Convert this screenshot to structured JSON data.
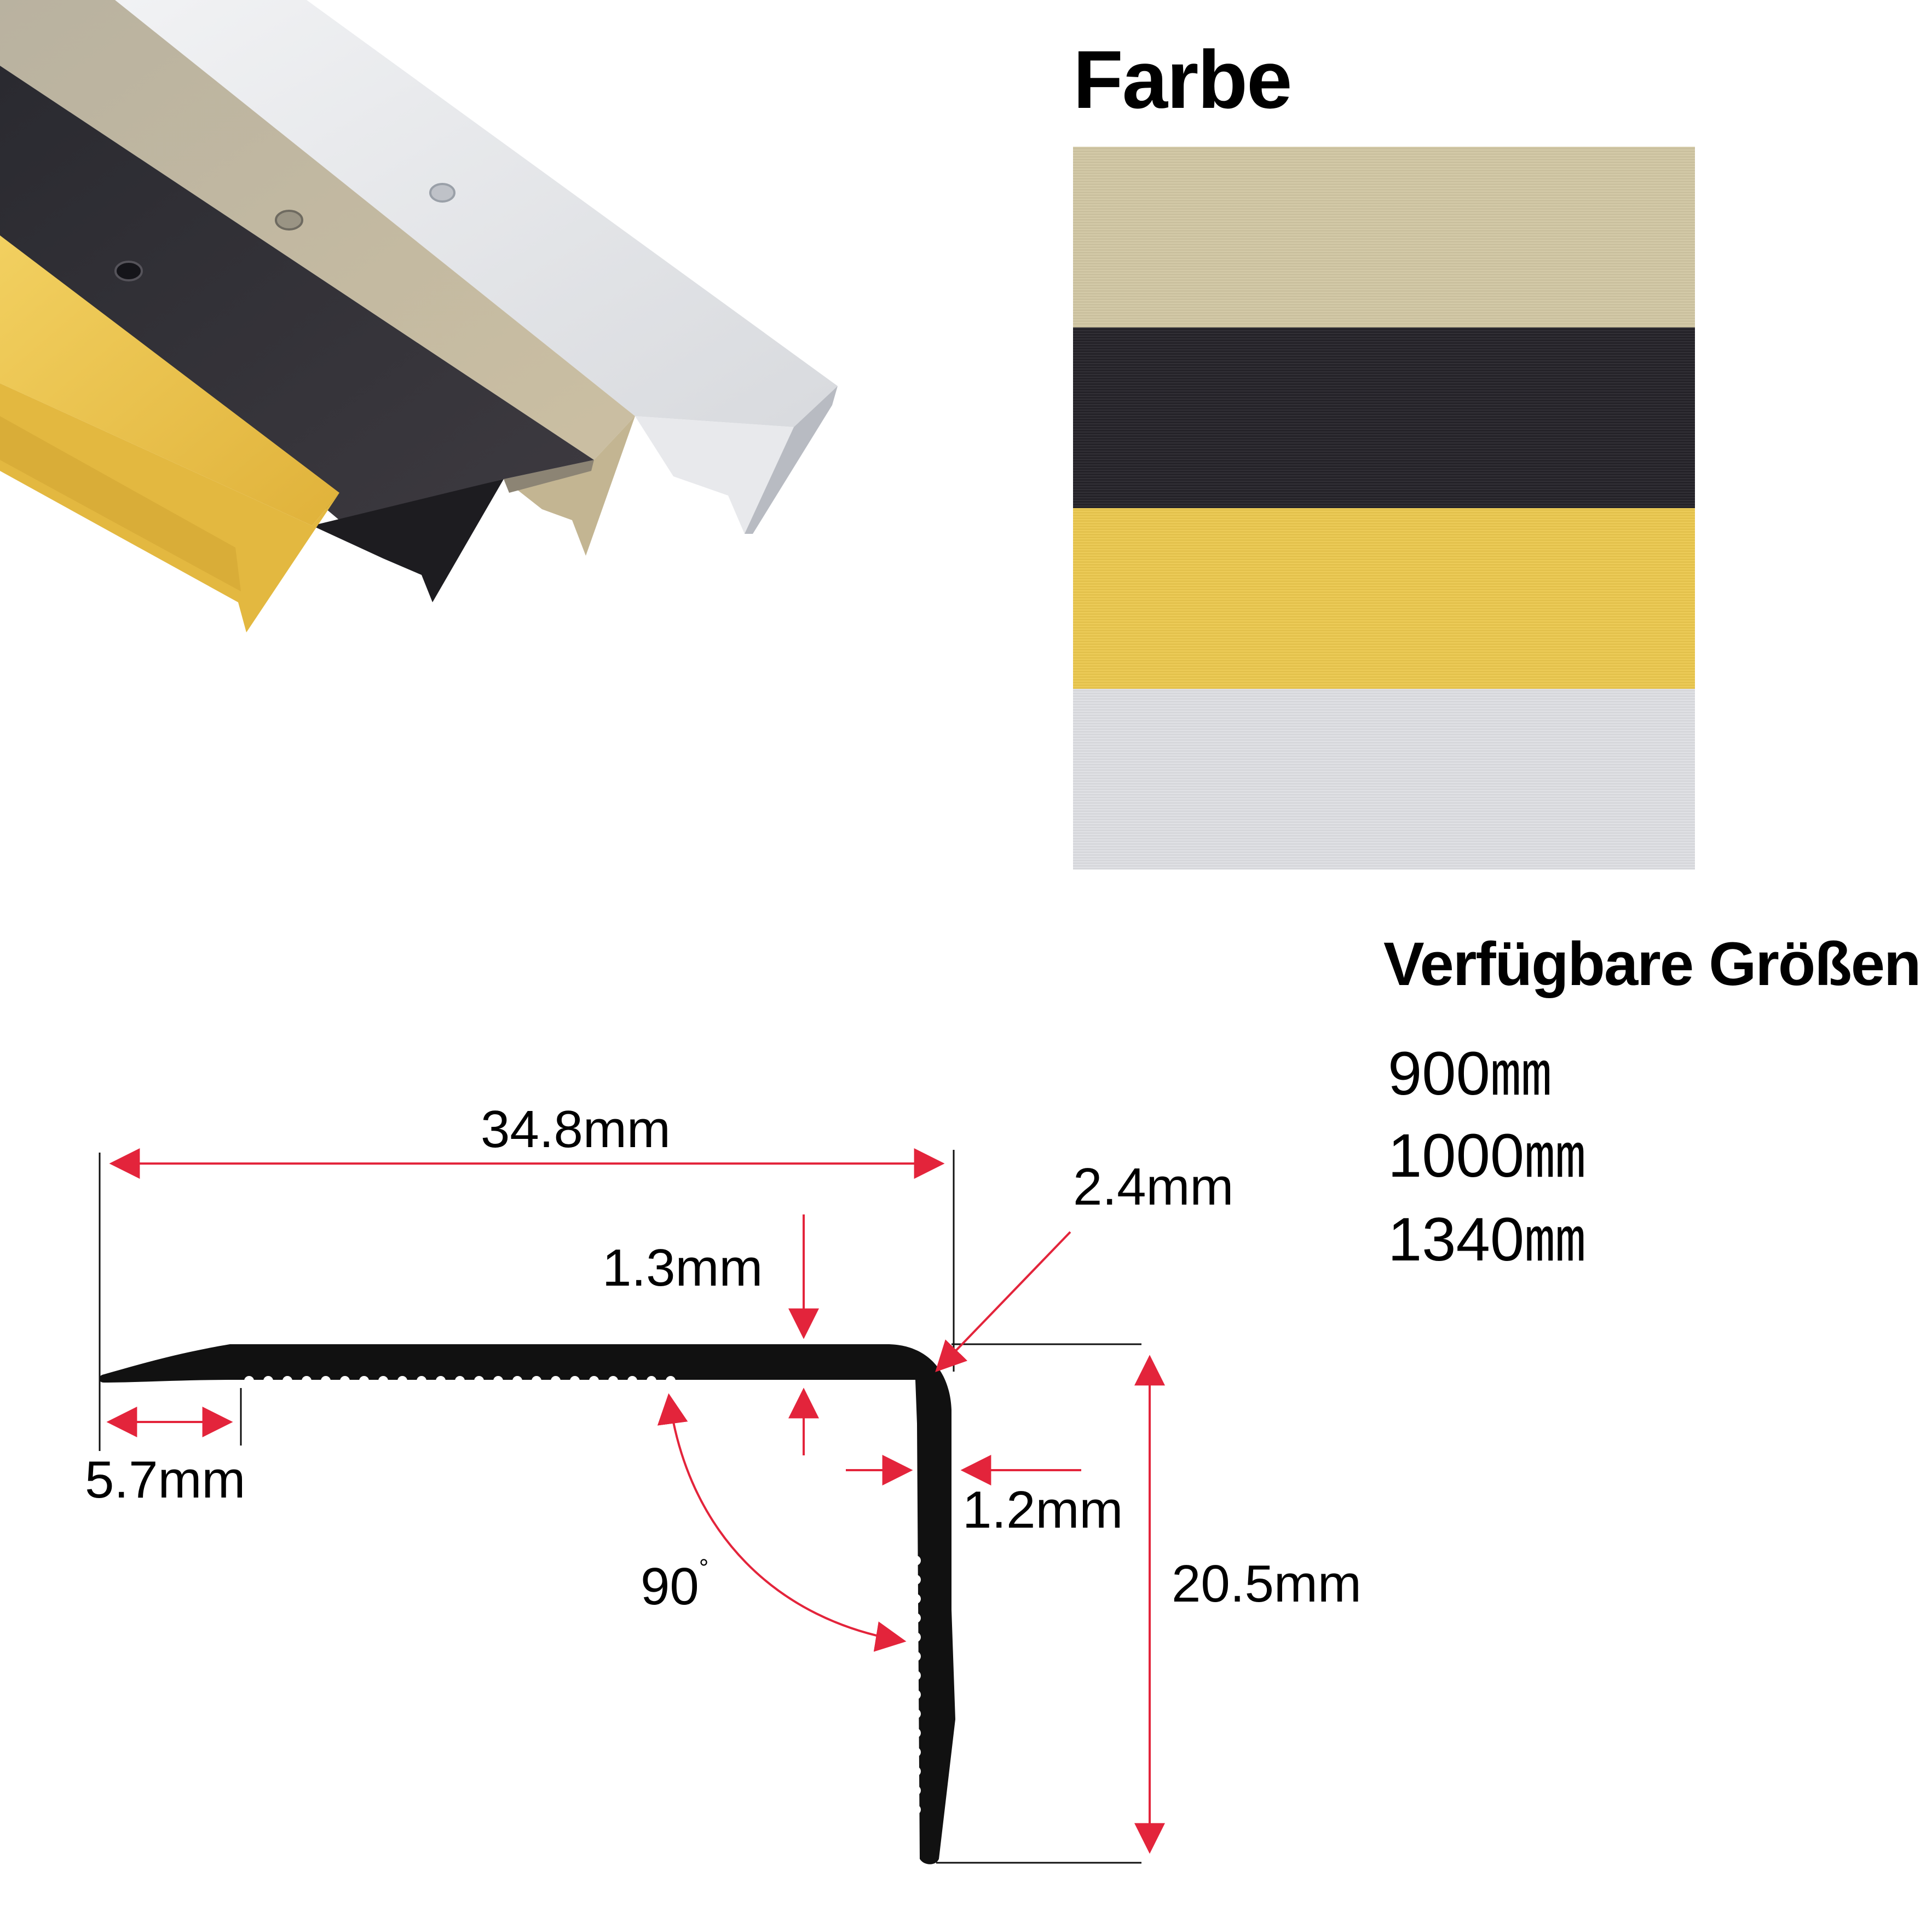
{
  "farbe": {
    "title": "Farbe",
    "swatches": [
      {
        "name": "champagne",
        "color": "#d2c8a4"
      },
      {
        "name": "black",
        "color": "#25232a"
      },
      {
        "name": "gold",
        "color": "#ecc94f"
      },
      {
        "name": "silver",
        "color": "#dfe0e4"
      }
    ]
  },
  "sizes": {
    "title": "Verfügbare Größen",
    "items": [
      "900㎜",
      "1000㎜",
      "1340㎜"
    ]
  },
  "dimensions": {
    "width": "34.8mm",
    "radius": "2.4mm",
    "top_thickness": "1.3mm",
    "nose": "5.7mm",
    "wall_thickness": "1.2mm",
    "height": "20.5mm",
    "angle": "90",
    "angle_unit": "°"
  },
  "colors": {
    "dimension_line": "#e3243b",
    "profile": "#111111"
  }
}
